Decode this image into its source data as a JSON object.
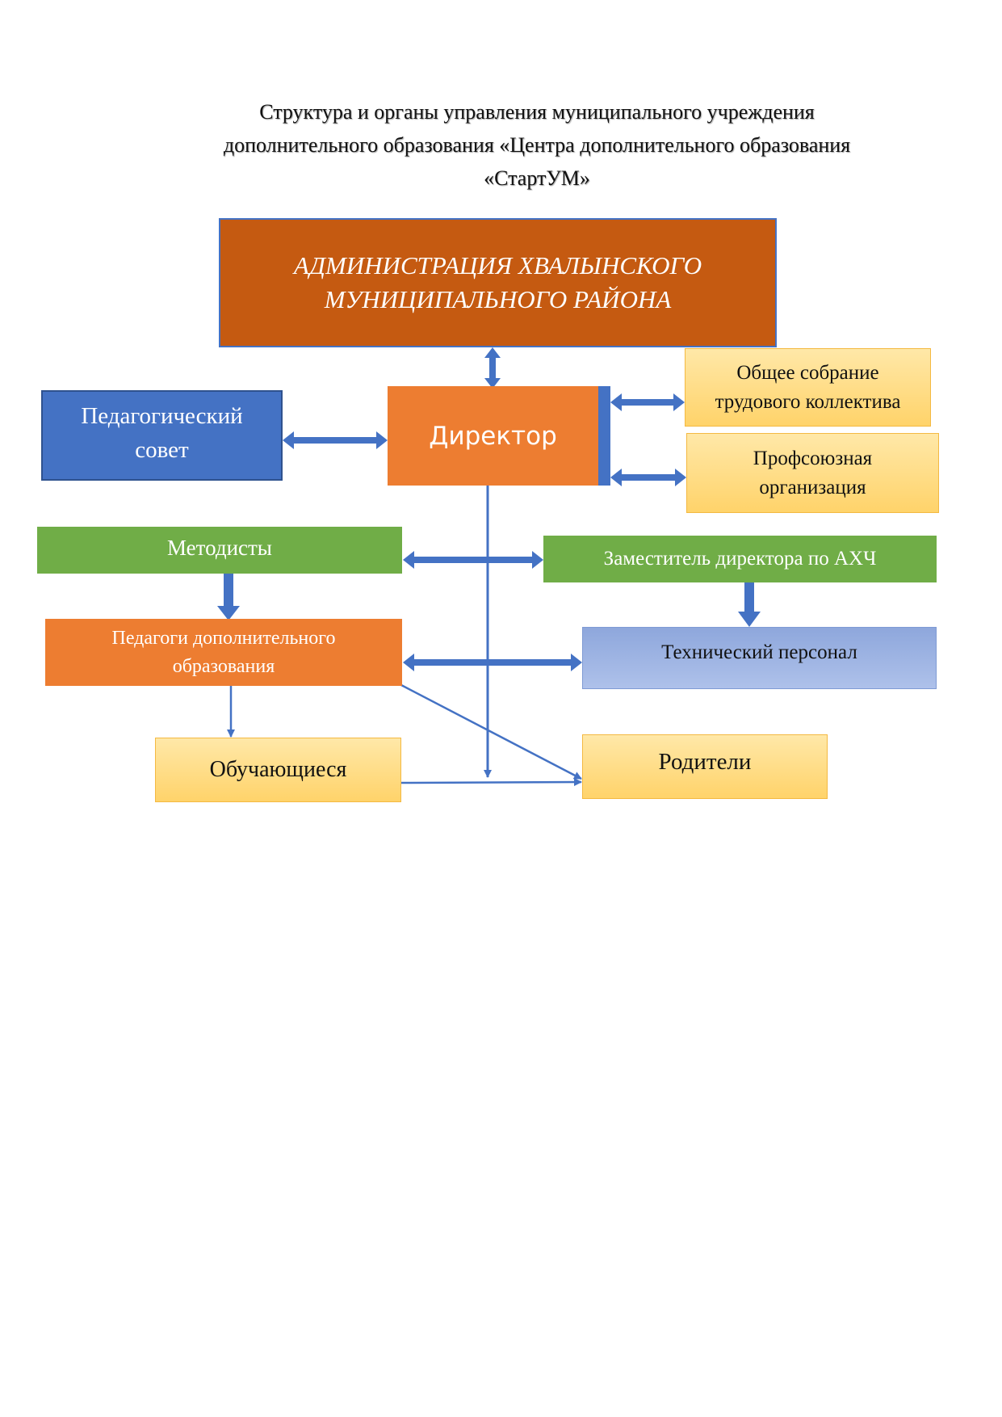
{
  "title": {
    "line1": "Структура и органы управления муниципального учреждения",
    "line2": "дополнительного образования «Центра дополнительного образования",
    "line3": "«СтартУМ»"
  },
  "nodes": {
    "admin": {
      "line1": "АДМИНИСТРАЦИЯ ХВАЛЫНСКОГО",
      "line2": "МУНИЦИПАЛЬНОГО РАЙОНА"
    },
    "director": {
      "label": "Директор"
    },
    "pedsovet": {
      "line1": "Педагогический",
      "line2": "совет"
    },
    "assembly": {
      "line1": "Общее собрание",
      "line2": "трудового коллектива"
    },
    "union": {
      "line1": "Профсоюзная",
      "line2": "организация"
    },
    "methodists": {
      "label": "Методисты"
    },
    "deputy": {
      "label": "Заместитель директора по АХЧ"
    },
    "teachers": {
      "line1": "Педагоги дополнительного",
      "line2": "образования"
    },
    "tech": {
      "label": "Технический персонал"
    },
    "students": {
      "label": "Обучающиеся"
    },
    "parents": {
      "label": "Родители"
    }
  },
  "colors": {
    "connector": "#4472c4",
    "admin_fill": "#c55a11",
    "orange_fill": "#ed7d31",
    "blue_fill": "#4472c4",
    "green_fill": "#70ad47",
    "yellow_fill": "#ffd966"
  }
}
